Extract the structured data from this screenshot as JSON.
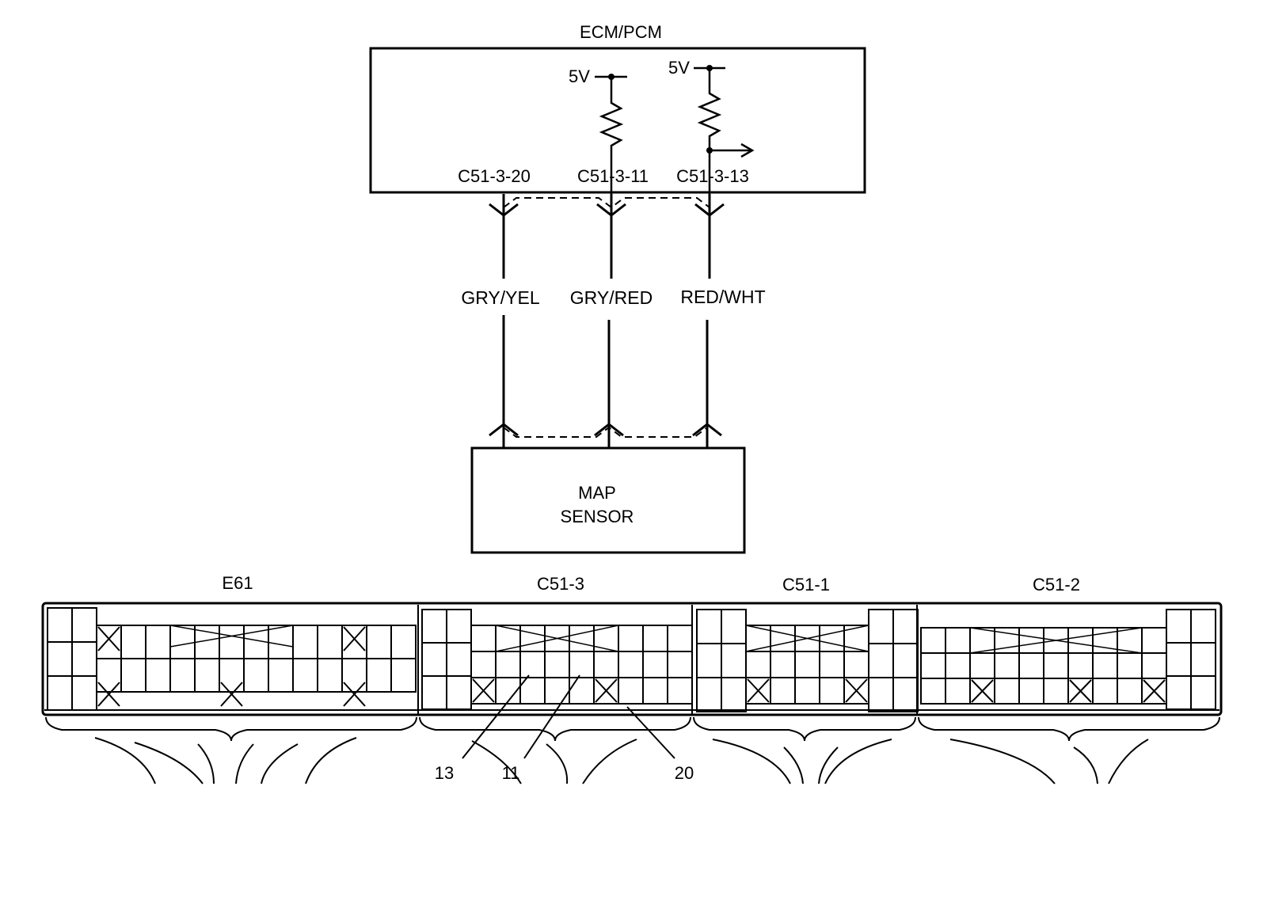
{
  "ecm": {
    "title": "ECM/PCM",
    "supply_left": "5V",
    "supply_right": "5V",
    "pins": [
      "C51-3-20",
      "C51-3-11",
      "C51-3-13"
    ]
  },
  "wires": [
    "GRY/YEL",
    "GRY/RED",
    "RED/WHT"
  ],
  "sensor": {
    "line1": "MAP",
    "line2": "SENSOR"
  },
  "connectors": [
    "E61",
    "C51-3",
    "C51-1",
    "C51-2"
  ],
  "callouts": [
    "13",
    "11",
    "20"
  ]
}
